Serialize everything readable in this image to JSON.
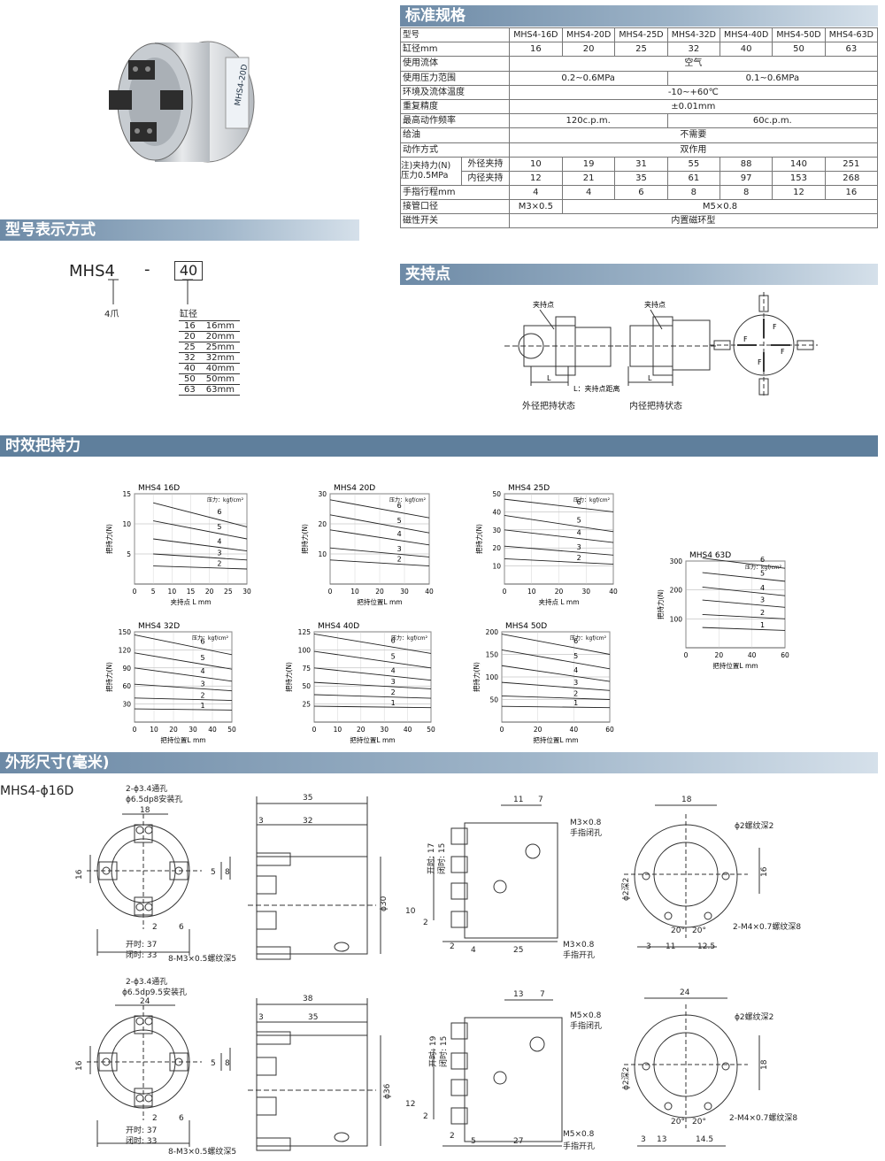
{
  "sections": {
    "spec": "标准规格",
    "model": "型号表示方式",
    "clamp": "夹持点",
    "force": "时效把持力",
    "dims": "外形尺寸(毫米)"
  },
  "spec_table": {
    "header": [
      "型号",
      "MHS4-16D",
      "MHS4-20D",
      "MHS4-25D",
      "MHS4-32D",
      "MHS4-40D",
      "MHS4-50D",
      "MHS4-63D"
    ],
    "bore_label": "缸径mm",
    "bore": [
      "16",
      "20",
      "25",
      "32",
      "40",
      "50",
      "63"
    ],
    "fluid_label": "使用流体",
    "fluid": "空气",
    "pressure_label": "使用压力范围",
    "pressure_a": "0.2~0.6MPa",
    "pressure_b": "0.1~0.6MPa",
    "temp_label": "环境及流体温度",
    "temp": "-10~+60℃",
    "repeat_label": "重复精度",
    "repeat": "±0.01mm",
    "freq_label": "最高动作频率",
    "freq_a": "120c.p.m.",
    "freq_b": "60c.p.m.",
    "oil_label": "给油",
    "oil": "不需要",
    "action_label": "动作方式",
    "action": "双作用",
    "force_label_1": "注)夹持力(N)",
    "force_label_2": "压力0.5MPa",
    "outer_label": "外径夹持",
    "outer": [
      "10",
      "19",
      "31",
      "55",
      "88",
      "140",
      "251"
    ],
    "inner_label": "内径夹持",
    "inner": [
      "12",
      "21",
      "35",
      "61",
      "97",
      "153",
      "268"
    ],
    "stroke_label": "手指行程mm",
    "stroke": [
      "4",
      "4",
      "6",
      "8",
      "8",
      "12",
      "16"
    ],
    "port_label": "接管口径",
    "port_a": "M3×0.5",
    "port_b": "M5×0.8",
    "switch_label": "磁性开关",
    "switch": "内置磁环型"
  },
  "model_code": {
    "prefix": "MHS4",
    "dash": "-",
    "box": "40",
    "prefix_note": "4爪",
    "box_note": "缸径",
    "bores": [
      [
        "16",
        "16mm"
      ],
      [
        "20",
        "20mm"
      ],
      [
        "25",
        "25mm"
      ],
      [
        "32",
        "32mm"
      ],
      [
        "40",
        "40mm"
      ],
      [
        "50",
        "50mm"
      ],
      [
        "63",
        "63mm"
      ]
    ]
  },
  "clamp_points": {
    "outer_caption": "外径把持状态",
    "inner_caption": "内径把持状态",
    "point_label": "夹持点",
    "distance_note": "L：夹持点距离",
    "L": "L",
    "F": "F"
  },
  "force_charts": {
    "ylabel": "把持力(N)",
    "xlabel_a": "夹持点 L mm",
    "xlabel_b": "把持位置L mm",
    "pressure_note": "压力：kgf/cm²",
    "charts": [
      {
        "title": "MHS4 16D",
        "xticks": [
          "0",
          "5",
          "10",
          "15",
          "20",
          "25",
          "30"
        ],
        "yticks": [
          "5",
          "10",
          "15"
        ]
      },
      {
        "title": "MHS4 20D",
        "xticks": [
          "0",
          "10",
          "20",
          "30",
          "40"
        ],
        "yticks": [
          "10",
          "20",
          "30"
        ]
      },
      {
        "title": "MHS4 25D",
        "xticks": [
          "0",
          "10",
          "20",
          "30",
          "40"
        ],
        "yticks": [
          "10",
          "20",
          "30",
          "40",
          "50"
        ]
      },
      {
        "title": "MHS4 63D",
        "xticks": [
          "0",
          "20",
          "40",
          "60"
        ],
        "yticks": [
          "100",
          "200",
          "300"
        ]
      },
      {
        "title": "MHS4 32D",
        "xticks": [
          "0",
          "10",
          "20",
          "30",
          "40",
          "50"
        ],
        "yticks": [
          "30",
          "60",
          "90",
          "120",
          "150"
        ]
      },
      {
        "title": "MHS4 40D",
        "xticks": [
          "0",
          "10",
          "20",
          "30",
          "40",
          "50"
        ],
        "yticks": [
          "25",
          "50",
          "75",
          "100",
          "125"
        ]
      },
      {
        "title": "MHS4 50D",
        "xticks": [
          "0",
          "20",
          "40",
          "60"
        ],
        "yticks": [
          "50",
          "100",
          "150",
          "200"
        ]
      }
    ]
  },
  "chart_data": [
    {
      "type": "line",
      "title": "MHS4 16D",
      "xlabel": "夹持点 L mm",
      "ylabel": "把持力(N)",
      "xlim": [
        0,
        30
      ],
      "ylim": [
        0,
        15
      ],
      "series": [
        {
          "name": "6",
          "x": [
            5,
            30
          ],
          "y": [
            13.5,
            9.5
          ]
        },
        {
          "name": "5",
          "x": [
            5,
            30
          ],
          "y": [
            10.5,
            7.5
          ]
        },
        {
          "name": "4",
          "x": [
            5,
            30
          ],
          "y": [
            7.5,
            5.5
          ]
        },
        {
          "name": "3",
          "x": [
            5,
            30
          ],
          "y": [
            5,
            4
          ]
        },
        {
          "name": "2",
          "x": [
            5,
            30
          ],
          "y": [
            3,
            2.5
          ]
        }
      ]
    },
    {
      "type": "line",
      "title": "MHS4 20D",
      "xlabel": "把持位置L mm",
      "ylabel": "把持力(N)",
      "xlim": [
        0,
        40
      ],
      "ylim": [
        0,
        30
      ],
      "series": [
        {
          "name": "6",
          "x": [
            0,
            40
          ],
          "y": [
            28,
            22
          ]
        },
        {
          "name": "5",
          "x": [
            0,
            40
          ],
          "y": [
            23,
            17
          ]
        },
        {
          "name": "4",
          "x": [
            0,
            40
          ],
          "y": [
            18,
            13
          ]
        },
        {
          "name": "3",
          "x": [
            0,
            40
          ],
          "y": [
            12,
            9
          ]
        },
        {
          "name": "2",
          "x": [
            0,
            40
          ],
          "y": [
            8,
            6
          ]
        }
      ]
    },
    {
      "type": "line",
      "title": "MHS4 25D",
      "xlabel": "夹持点 L mm",
      "ylabel": "把持力(N)",
      "xlim": [
        0,
        40
      ],
      "ylim": [
        0,
        50
      ],
      "series": [
        {
          "name": "6",
          "x": [
            0,
            40
          ],
          "y": [
            47,
            40
          ]
        },
        {
          "name": "5",
          "x": [
            0,
            40
          ],
          "y": [
            38,
            29
          ]
        },
        {
          "name": "4",
          "x": [
            0,
            40
          ],
          "y": [
            30,
            23
          ]
        },
        {
          "name": "3",
          "x": [
            0,
            40
          ],
          "y": [
            21,
            16
          ]
        },
        {
          "name": "2",
          "x": [
            0,
            40
          ],
          "y": [
            14,
            11
          ]
        }
      ]
    },
    {
      "type": "line",
      "title": "MHS4 63D",
      "xlabel": "把持位置L mm",
      "ylabel": "把持力(N)",
      "xlim": [
        0,
        60
      ],
      "ylim": [
        0,
        300
      ],
      "series": [
        {
          "name": "6",
          "x": [
            10,
            60
          ],
          "y": [
            310,
            275
          ]
        },
        {
          "name": "5",
          "x": [
            10,
            60
          ],
          "y": [
            260,
            230
          ]
        },
        {
          "name": "4",
          "x": [
            10,
            60
          ],
          "y": [
            210,
            180
          ]
        },
        {
          "name": "3",
          "x": [
            10,
            60
          ],
          "y": [
            165,
            140
          ]
        },
        {
          "name": "2",
          "x": [
            10,
            60
          ],
          "y": [
            115,
            100
          ]
        },
        {
          "name": "1",
          "x": [
            10,
            60
          ],
          "y": [
            70,
            60
          ]
        }
      ]
    },
    {
      "type": "line",
      "title": "MHS4 32D",
      "xlabel": "把持位置L mm",
      "ylabel": "把持力(N)",
      "xlim": [
        0,
        50
      ],
      "ylim": [
        0,
        150
      ],
      "series": [
        {
          "name": "6",
          "x": [
            0,
            50
          ],
          "y": [
            145,
            112
          ]
        },
        {
          "name": "5",
          "x": [
            0,
            50
          ],
          "y": [
            115,
            88
          ]
        },
        {
          "name": "4",
          "x": [
            0,
            50
          ],
          "y": [
            90,
            68
          ]
        },
        {
          "name": "3",
          "x": [
            0,
            50
          ],
          "y": [
            63,
            52
          ]
        },
        {
          "name": "2",
          "x": [
            0,
            50
          ],
          "y": [
            40,
            36
          ]
        },
        {
          "name": "1",
          "x": [
            0,
            50
          ],
          "y": [
            22,
            20
          ]
        }
      ]
    },
    {
      "type": "line",
      "title": "MHS4 40D",
      "xlabel": "把持位置L mm",
      "ylabel": "把持力(N)",
      "xlim": [
        0,
        50
      ],
      "ylim": [
        0,
        125
      ],
      "series": [
        {
          "name": "6",
          "x": [
            0,
            50
          ],
          "y": [
            122,
            95
          ]
        },
        {
          "name": "5",
          "x": [
            0,
            50
          ],
          "y": [
            98,
            75
          ]
        },
        {
          "name": "4",
          "x": [
            0,
            50
          ],
          "y": [
            75,
            58
          ]
        },
        {
          "name": "3",
          "x": [
            0,
            50
          ],
          "y": [
            55,
            46
          ]
        },
        {
          "name": "2",
          "x": [
            0,
            50
          ],
          "y": [
            38,
            33
          ]
        },
        {
          "name": "1",
          "x": [
            0,
            50
          ],
          "y": [
            22,
            20
          ]
        }
      ]
    },
    {
      "type": "line",
      "title": "MHS4 50D",
      "xlabel": "把持位置L mm",
      "ylabel": "把持力(N)",
      "xlim": [
        0,
        60
      ],
      "ylim": [
        0,
        200
      ],
      "series": [
        {
          "name": "6",
          "x": [
            0,
            60
          ],
          "y": [
            195,
            150
          ]
        },
        {
          "name": "5",
          "x": [
            0,
            60
          ],
          "y": [
            160,
            118
          ]
        },
        {
          "name": "4",
          "x": [
            0,
            60
          ],
          "y": [
            125,
            90
          ]
        },
        {
          "name": "3",
          "x": [
            0,
            60
          ],
          "y": [
            88,
            70
          ]
        },
        {
          "name": "2",
          "x": [
            0,
            60
          ],
          "y": [
            58,
            50
          ]
        },
        {
          "name": "1",
          "x": [
            0,
            60
          ],
          "y": [
            35,
            32
          ]
        }
      ]
    }
  ],
  "dims": {
    "model_label": "MHS4-ϕ16D",
    "d1": {
      "holes": "2-ϕ3.4通孔",
      "mount": "ϕ6.5dp8安装孔",
      "w": "18",
      "h": "16",
      "s5": "5",
      "s8": "8",
      "b2": "2",
      "b6": "6",
      "open": "开时: 37",
      "close": "闭时: 33",
      "thread": "8-M3×0.5螺纹深5",
      "len_total": "35",
      "len_a": "3",
      "len_b": "32",
      "dia": "ϕ30",
      "s11": "11",
      "s7": "7",
      "port1": "M3×0.8",
      "port1n": "手指闭孔",
      "port2": "M3×0.8",
      "port2n": "手指开孔",
      "openv": "开时: 17",
      "closev": "闭时: 15",
      "v10": "10",
      "v2": "2",
      "v2b": "2",
      "v4": "4",
      "v25": "25",
      "rw": "18",
      "groove": "ϕ2螺纹深2",
      "g2": "ϕ2深2",
      "r16": "16",
      "ang1": "20°",
      "ang2": "20°",
      "m4": "2-M4×0.7螺纹深8",
      "r3": "3",
      "r11": "11",
      "r125": "12.5"
    },
    "d2": {
      "holes": "2-ϕ3.4通孔",
      "mount": "ϕ6.5dp9.5安装孔",
      "w": "24",
      "h": "16",
      "s5": "5",
      "s8": "8",
      "b2": "2",
      "b6": "6",
      "open": "开时: 37",
      "close": "闭时: 33",
      "thread": "8-M3×0.5螺纹深5",
      "len_total": "38",
      "len_a": "3",
      "len_b": "35",
      "dia": "ϕ36",
      "s13": "13",
      "s7": "7",
      "port1": "M5×0.8",
      "port1n": "手指闭孔",
      "port2": "M5×0.8",
      "port2n": "手指开孔",
      "openv": "开时: 19",
      "closev": "闭时: 15",
      "v12": "12",
      "v2": "2",
      "v2b": "2",
      "v5": "5",
      "v27": "27",
      "rw": "24",
      "groove": "ϕ2螺纹深2",
      "g2": "ϕ2深2",
      "r18": "18",
      "ang1": "20°",
      "ang2": "20°",
      "m4": "2-M4×0.7螺纹深8",
      "r3": "3",
      "r13": "13",
      "r145": "14.5"
    }
  },
  "colors": {
    "section_bar": "#6d8aa6",
    "line": "#333333"
  }
}
